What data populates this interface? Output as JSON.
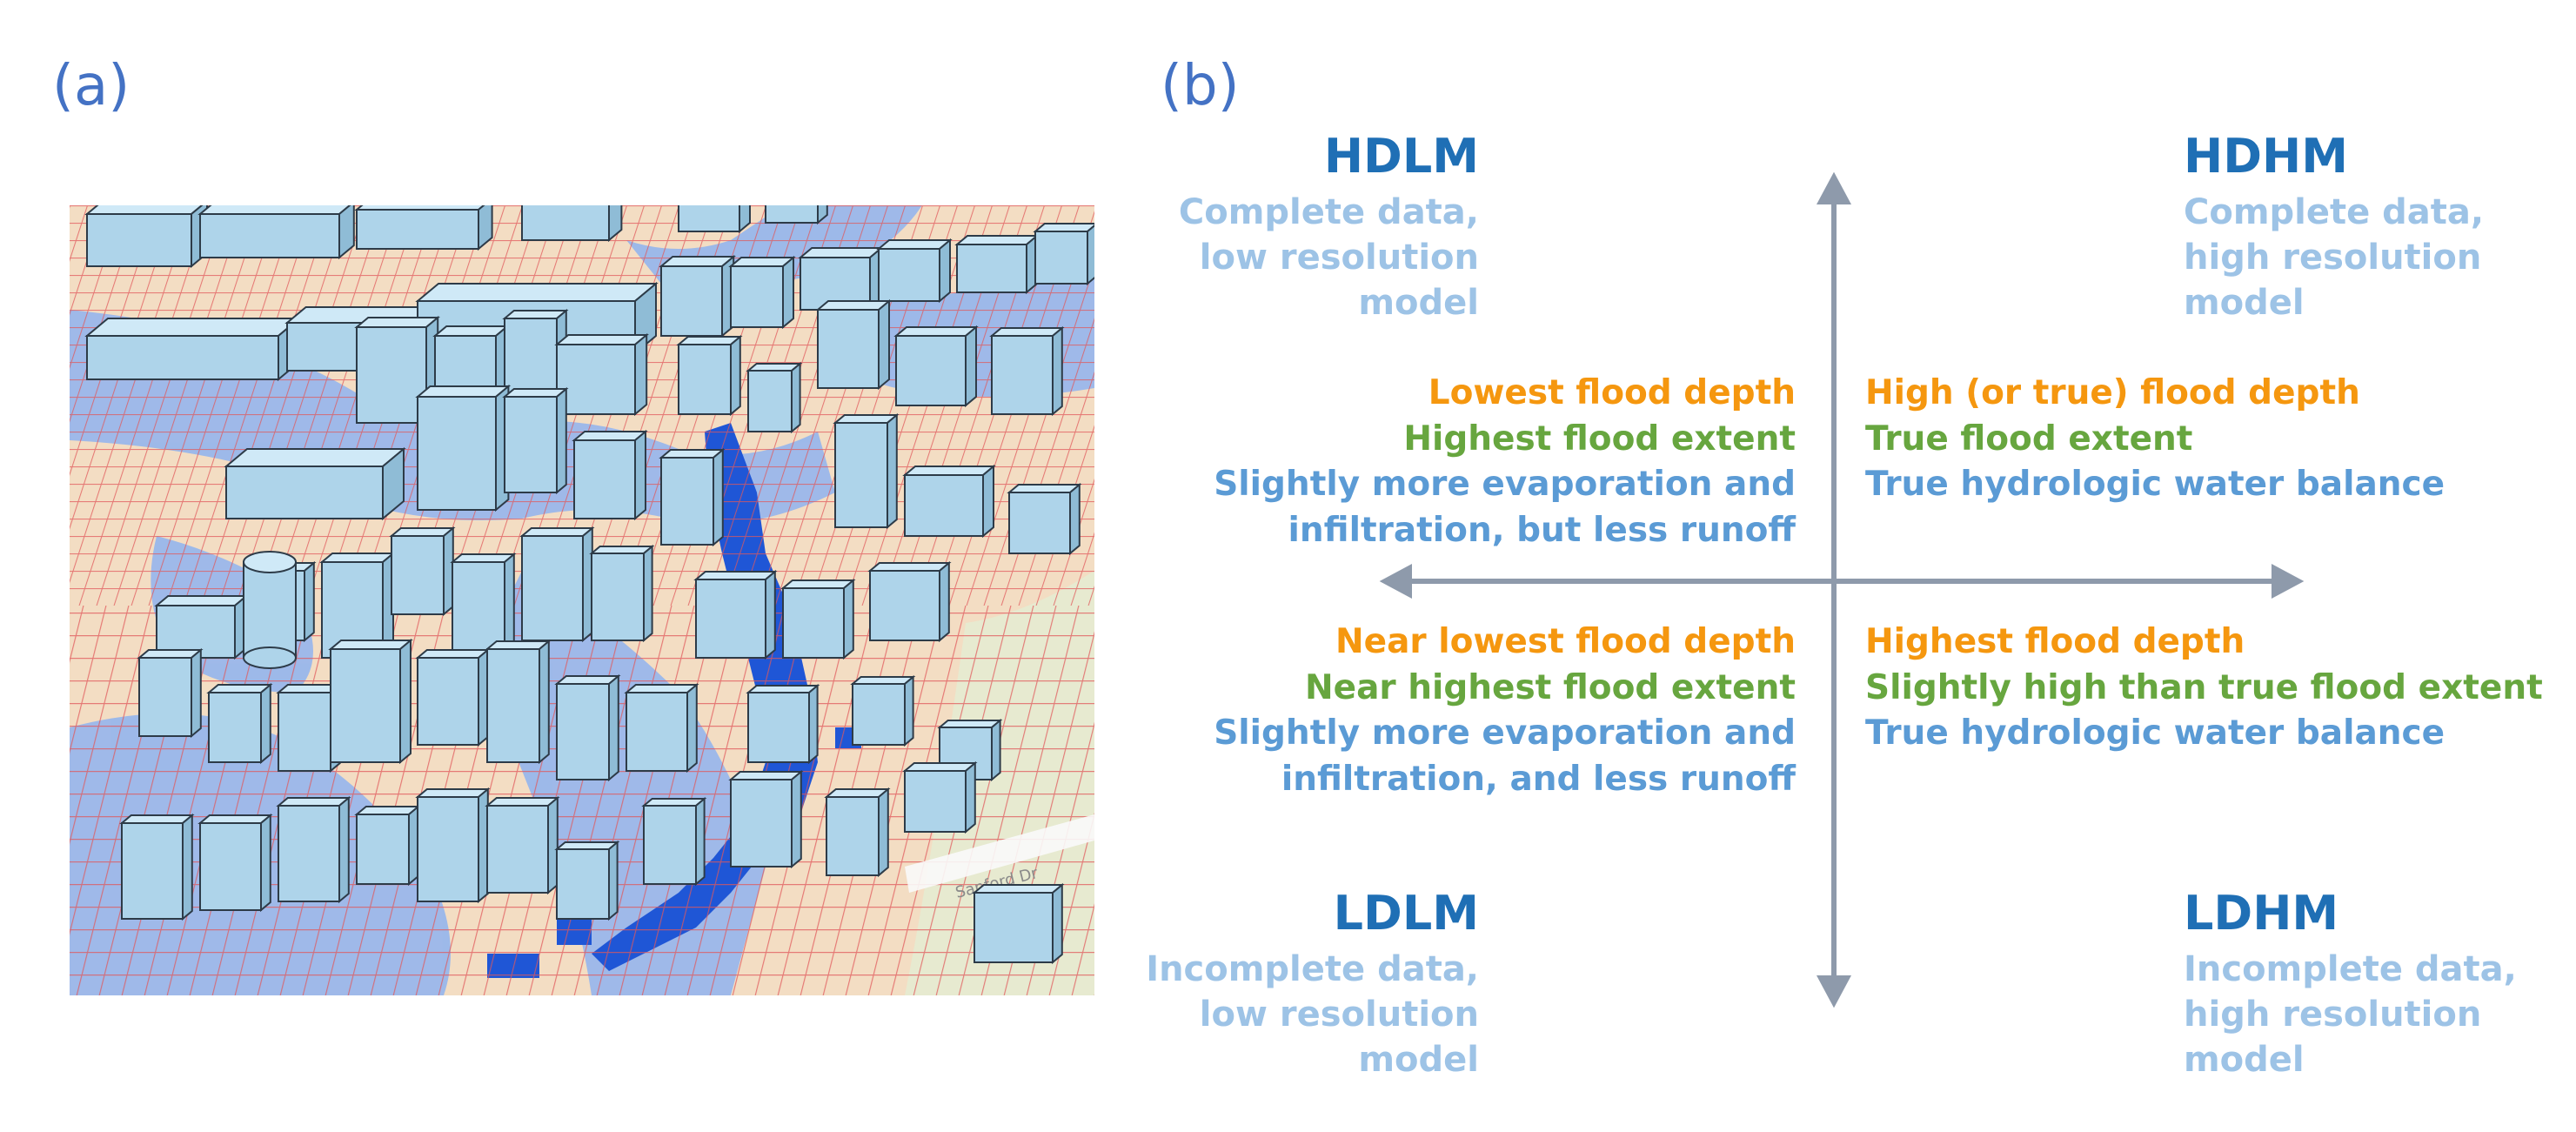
{
  "panel_a": {
    "label": "(a)"
  },
  "panel_b": {
    "label": "(b)"
  },
  "quadrants": {
    "hdlm": {
      "title": "HDLM",
      "desc": [
        "Complete data,",
        "low resolution",
        "model"
      ]
    },
    "hdhm": {
      "title": "HDHM",
      "desc": [
        "Complete data,",
        "high resolution",
        "model"
      ]
    },
    "ldlm": {
      "title": "LDLM",
      "desc": [
        "Incomplete data,",
        "low resolution",
        "model"
      ]
    },
    "ldhm": {
      "title": "LDHM",
      "desc": [
        "Incomplete data,",
        "high resolution",
        "model"
      ]
    }
  },
  "statements": {
    "upper_left": {
      "depth": "Lowest flood depth",
      "extent": "Highest flood extent",
      "balance": [
        "Slightly more evaporation and",
        "infiltration, but less runoff"
      ]
    },
    "upper_right": {
      "depth": "High (or true) flood depth",
      "extent": "True flood extent",
      "balance": [
        "True hydrologic water balance"
      ]
    },
    "lower_left": {
      "depth": "Near lowest flood depth",
      "extent": "Near highest flood extent",
      "balance": [
        "Slightly more evaporation and",
        "infiltration, and less runoff"
      ]
    },
    "lower_right": {
      "depth": "Highest flood depth",
      "extent": "Slightly high than true flood extent",
      "balance": [
        "True hydrologic water balance"
      ]
    }
  },
  "map": {
    "street_label": "Sanford Dr"
  },
  "colors": {
    "panel_label": "#4472c4",
    "quadrant_title": "#1f6fb5",
    "quadrant_desc": "#9dc3e6",
    "depth": "#f5970f",
    "extent": "#67a63f",
    "balance": "#5b9bd5",
    "axis": "#8e9aab",
    "grid": "#e0575a",
    "water": "#4a7fdb",
    "building": "#b7dcf0"
  }
}
